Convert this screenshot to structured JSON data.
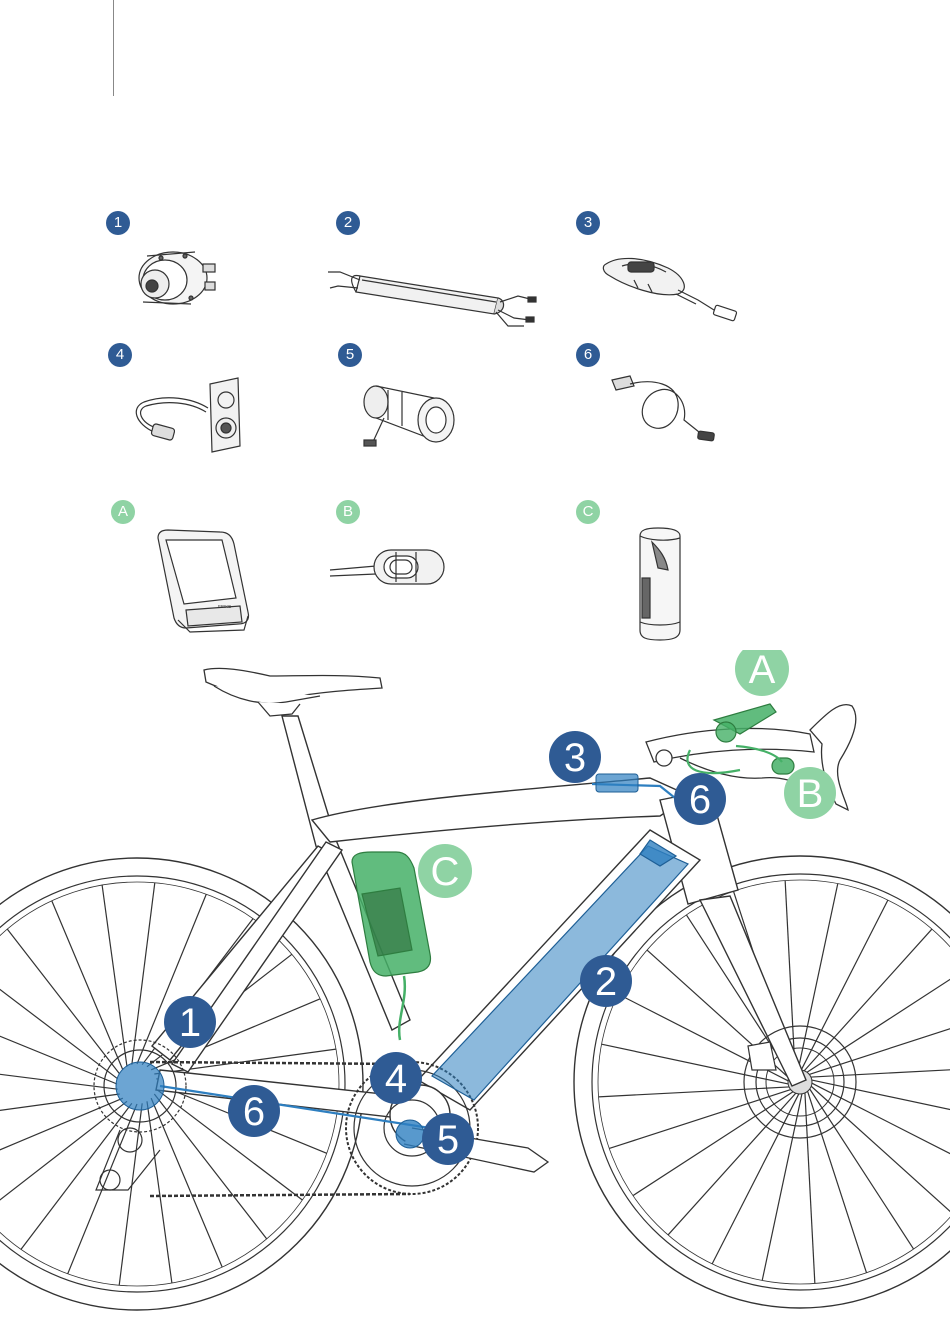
{
  "colors": {
    "blue_badge": "#2f5b94",
    "green_badge": "#8fd3a4",
    "blue_highlight": "#2e7fc0",
    "green_highlight": "#45b067",
    "line": "#333333"
  },
  "components": [
    {
      "label": "1",
      "icon": "hub-motor-icon",
      "group": "blue"
    },
    {
      "label": "2",
      "icon": "internal-battery-icon",
      "group": "blue"
    },
    {
      "label": "3",
      "icon": "control-unit-icon",
      "group": "blue"
    },
    {
      "label": "4",
      "icon": "charging-port-icon",
      "group": "blue"
    },
    {
      "label": "5",
      "icon": "bottom-bracket-sensor-icon",
      "group": "blue"
    },
    {
      "label": "6",
      "icon": "cable-loom-icon",
      "group": "blue"
    },
    {
      "label": "A",
      "icon": "display-unit-icon",
      "group": "green"
    },
    {
      "label": "B",
      "icon": "remote-button-icon",
      "group": "green"
    },
    {
      "label": "C",
      "icon": "range-extender-icon",
      "group": "green"
    }
  ],
  "display_brand": "EBIKE",
  "bike_callouts": [
    {
      "label": "A",
      "group": "green"
    },
    {
      "label": "B",
      "group": "green"
    },
    {
      "label": "C",
      "group": "green"
    },
    {
      "label": "1",
      "group": "blue"
    },
    {
      "label": "2",
      "group": "blue"
    },
    {
      "label": "3",
      "group": "blue"
    },
    {
      "label": "4",
      "group": "blue"
    },
    {
      "label": "5",
      "group": "blue"
    },
    {
      "label": "6",
      "group": "blue"
    },
    {
      "label": "6",
      "group": "blue"
    }
  ]
}
